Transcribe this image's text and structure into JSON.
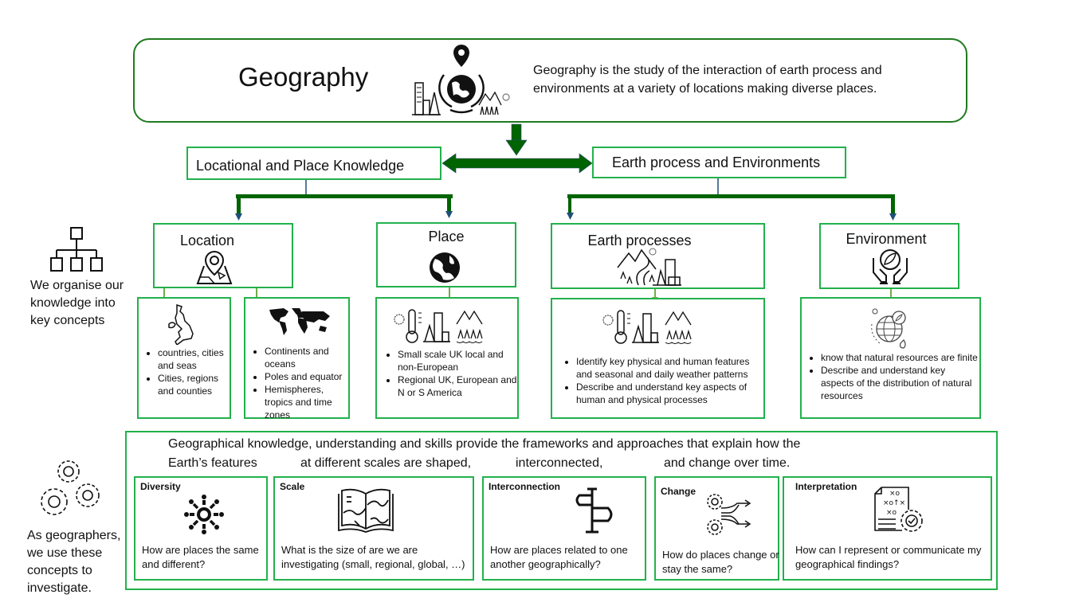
{
  "header": {
    "title": "Geography",
    "description": "Geography is the study of the interaction of earth process and environments at a variety of locations making diverse places.",
    "icon": "globe-location-icon"
  },
  "branches": [
    {
      "label": "Locational and Place Knowledge"
    },
    {
      "label": "Earth process and Environments"
    }
  ],
  "sidebar": {
    "organise_text": "We organise our knowledge into key concepts",
    "organise_icon": "hierarchy-icon",
    "investigate_text": "As geographers, we use these concepts to investigate.",
    "investigate_icon": "gears-icon"
  },
  "concepts": [
    {
      "label": "Location",
      "icon": "map-pin-icon"
    },
    {
      "label": "Place",
      "icon": "globe-icon"
    },
    {
      "label": "Earth processes",
      "icon": "landscape-icon"
    },
    {
      "label": "Environment",
      "icon": "hands-leaf-icon"
    }
  ],
  "details": [
    {
      "icon": "uk-map-icon",
      "bullets": [
        "countries, cities and seas",
        "Cities, regions and counties"
      ]
    },
    {
      "icon": "world-map-icon",
      "bullets": [
        "Continents and oceans",
        "Poles and equator",
        "Hemispheres, tropics and time zones"
      ]
    },
    {
      "icon": "weather-city-mountains-icon",
      "bullets": [
        "Small scale UK local and non-European",
        "Regional UK, European and N or S America"
      ]
    },
    {
      "icon": "weather-city-mountains-icon",
      "bullets": [
        "Identify key physical and human features and seasonal and daily weather patterns",
        "Describe and understand key aspects of human and physical processes"
      ]
    },
    {
      "icon": "eco-globe-icon",
      "bullets": [
        "know that natural resources are finite",
        "Describe and understand key aspects of the distribution of natural resources"
      ]
    }
  ],
  "framework": {
    "line1": "Geographical knowledge, understanding and skills provide the frameworks and approaches that explain how the",
    "line2_parts": [
      "Earth’s features",
      "at different scales are shaped,",
      "interconnected,",
      "and change over time."
    ]
  },
  "questions": [
    {
      "title": "Diversity",
      "text": "How are places the same and different?",
      "icon": "people-globe-icon"
    },
    {
      "title": "Scale",
      "text": "What is the size of are we are investigating (small, regional, global, …)",
      "icon": "map-book-icon"
    },
    {
      "title": "Interconnection",
      "text": "How are places related to one another geographically?",
      "icon": "signpost-icon"
    },
    {
      "title": "Change",
      "text": "How do places change or stay the same?",
      "icon": "gears-arrows-icon"
    },
    {
      "title": "Interpretation",
      "text": "How can I represent or communicate my geographical findings?",
      "icon": "strategy-document-icon"
    }
  ],
  "colors": {
    "dark_green": "#006400",
    "box_green": "#22b14c",
    "light_arrow": "#70ad47",
    "title_border": "#1e7b1e"
  }
}
